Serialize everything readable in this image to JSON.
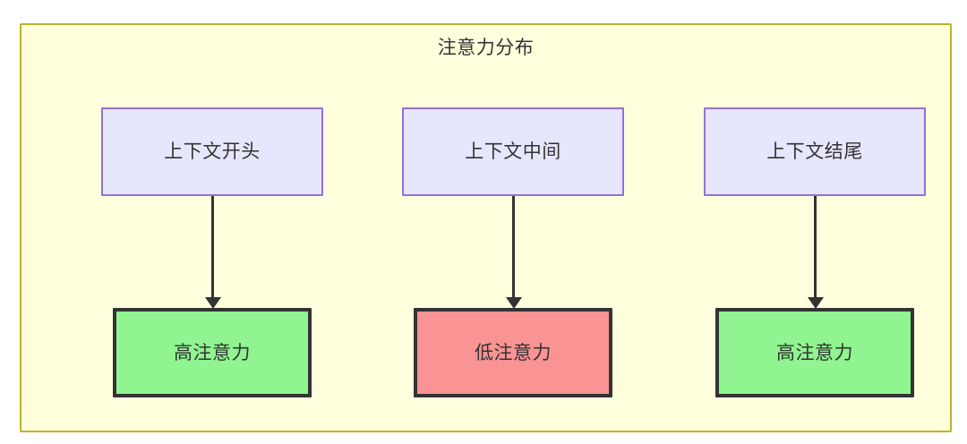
{
  "diagram": {
    "title": "注意力分布",
    "container": {
      "fill": "#ffffde",
      "stroke": "#bdb329"
    },
    "context_nodes": [
      {
        "id": "ctx-start",
        "label": "上下文开头",
        "fill": "#e6e6fd",
        "stroke": "#9370db"
      },
      {
        "id": "ctx-middle",
        "label": "上下文中间",
        "fill": "#e6e6fd",
        "stroke": "#9370db"
      },
      {
        "id": "ctx-end",
        "label": "上下文结尾",
        "fill": "#e6e6fd",
        "stroke": "#9370db"
      }
    ],
    "attention_nodes": [
      {
        "id": "attn-start",
        "label": "高注意力",
        "level": "high",
        "fill": "#90f490",
        "stroke": "#333333"
      },
      {
        "id": "attn-middle",
        "label": "低注意力",
        "level": "low",
        "fill": "#fa9393",
        "stroke": "#333333"
      },
      {
        "id": "attn-end",
        "label": "高注意力",
        "level": "high",
        "fill": "#90f490",
        "stroke": "#333333"
      }
    ],
    "edges": [
      {
        "id": "edge-1",
        "from": "ctx-start",
        "to": "attn-start",
        "arrow": "arrow-down-icon"
      },
      {
        "id": "edge-2",
        "from": "ctx-middle",
        "to": "attn-middle",
        "arrow": "arrow-down-icon"
      },
      {
        "id": "edge-3",
        "from": "ctx-end",
        "to": "attn-end",
        "arrow": "arrow-down-icon"
      }
    ]
  }
}
